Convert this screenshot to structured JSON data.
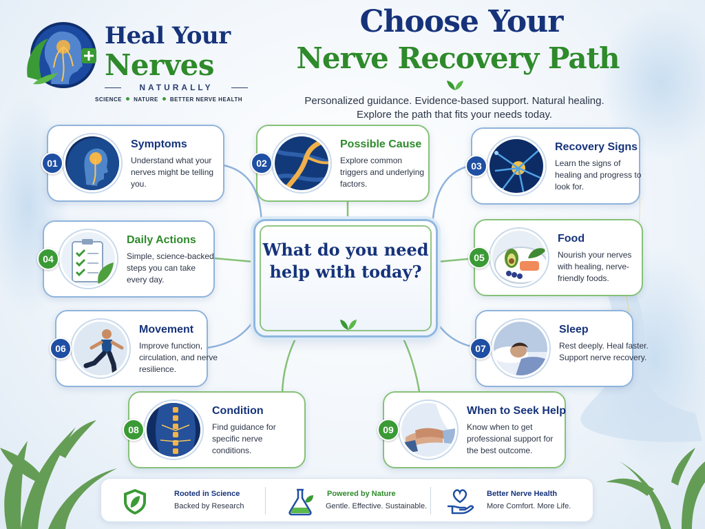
{
  "logo": {
    "line1": "Heal Your",
    "line2": "Nerves",
    "line3": "NATURALLY",
    "tagline": [
      "SCIENCE",
      "NATURE",
      "BETTER NERVE HEALTH"
    ]
  },
  "heading": {
    "line1": "Choose Your",
    "line2": "Nerve Recovery Path",
    "sub1": "Personalized guidance. Evidence-based support. Natural healing.",
    "sub2": "Explore the path that fits your needs today."
  },
  "center": {
    "question": "What do you need help with today?"
  },
  "cards": [
    {
      "num": "01",
      "title": "Symptoms",
      "desc": "Understand what your nerves might be telling you.",
      "icon": "brain-head-icon"
    },
    {
      "num": "02",
      "title": "Possible Cause",
      "desc": "Explore common triggers and underlying factors.",
      "icon": "nerve-fiber-icon"
    },
    {
      "num": "03",
      "title": "Recovery Signs",
      "desc": "Learn the signs of healing and progress to look for.",
      "icon": "neuron-icon"
    },
    {
      "num": "04",
      "title": "Daily Actions",
      "desc": "Simple, science-backed steps you can take every day.",
      "icon": "checklist-icon"
    },
    {
      "num": "05",
      "title": "Food",
      "desc": "Nourish your nerves with healing, nerve-friendly foods.",
      "icon": "healthy-food-icon"
    },
    {
      "num": "06",
      "title": "Movement",
      "desc": "Improve function, circulation, and nerve resilience.",
      "icon": "exercise-icon"
    },
    {
      "num": "07",
      "title": "Sleep",
      "desc": "Rest deeply. Heal faster. Support nerve recovery.",
      "icon": "sleeping-person-icon"
    },
    {
      "num": "08",
      "title": "Condition",
      "desc": "Find guidance for specific nerve conditions.",
      "icon": "spine-icon"
    },
    {
      "num": "09",
      "title": "When to Seek Help",
      "desc": "Know when to get professional support for the best outcome.",
      "icon": "caring-hands-icon"
    }
  ],
  "footer": [
    {
      "title": "Rooted in Science",
      "text": "Backed by Research",
      "icon": "shield-leaf-icon"
    },
    {
      "title": "Powered by Nature",
      "text": "Gentle. Effective. Sustainable.",
      "icon": "flask-leaf-icon"
    },
    {
      "title": "Better Nerve Health",
      "text": "More Comfort. More Life.",
      "icon": "heart-hand-icon"
    }
  ],
  "colors": {
    "navy": "#16337a",
    "green": "#2e8a2b",
    "blue_badge": "#1f4fa3",
    "green_badge": "#3a9a35"
  }
}
